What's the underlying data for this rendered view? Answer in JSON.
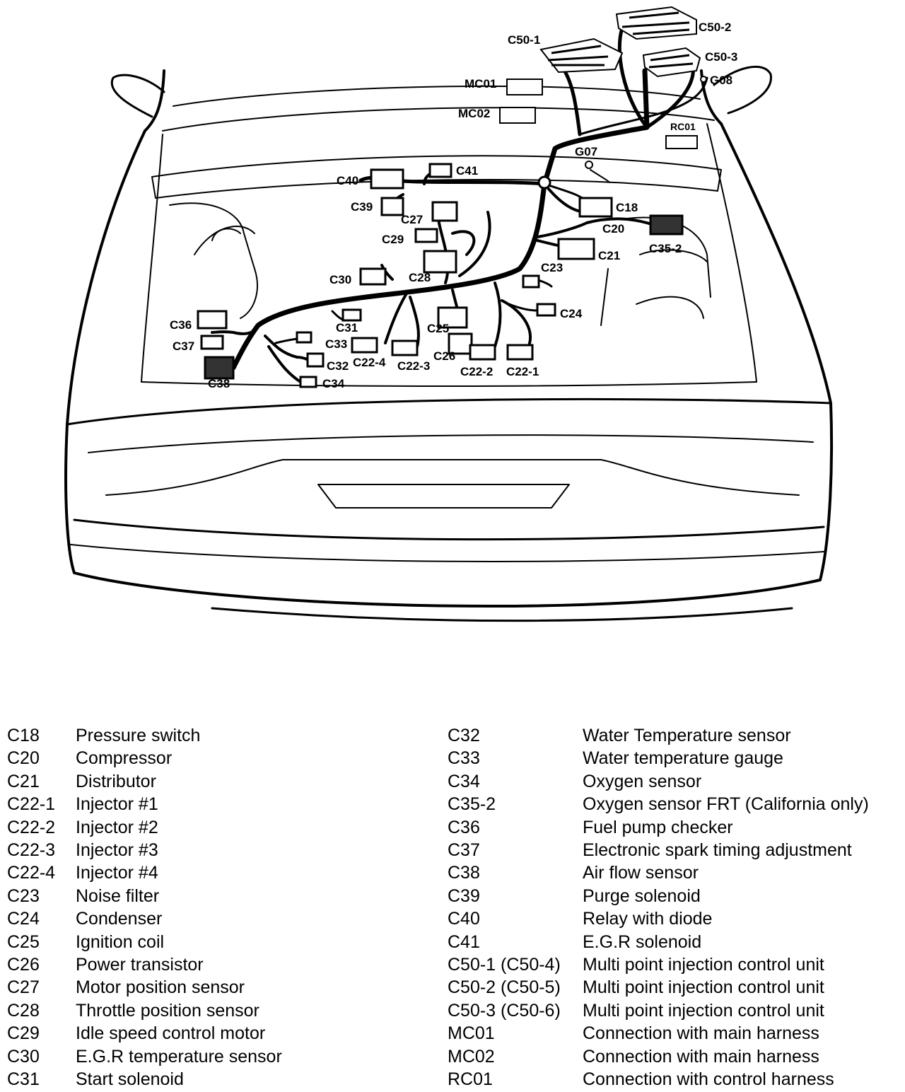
{
  "callouts": {
    "c50_1": "C50-1",
    "c50_2": "C50-2",
    "c50_3": "C50-3",
    "g08": "G08",
    "mc01": "MC01",
    "mc02": "MC02",
    "rc01": "RC01",
    "g07": "G07",
    "c40": "C40",
    "c41": "C41",
    "c39": "C39",
    "c27": "C27",
    "c18": "C18",
    "c20": "C20",
    "c35_2": "C35-2",
    "c29": "C29",
    "c21": "C21",
    "c28": "C28",
    "c23": "C23",
    "c30": "C30",
    "c24": "C24",
    "c36": "C36",
    "c31": "C31",
    "c25": "C25",
    "c37": "C37",
    "c33": "C33",
    "c26": "C26",
    "c32": "C32",
    "c22_4": "C22-4",
    "c22_3": "C22-3",
    "c22_2": "C22-2",
    "c22_1": "C22-1",
    "c38": "C38",
    "c34": "C34"
  },
  "legend_left": [
    {
      "code": "C18",
      "desc": "Pressure switch"
    },
    {
      "code": "C20",
      "desc": "Compressor"
    },
    {
      "code": "C21",
      "desc": "Distributor"
    },
    {
      "code": "C22-1",
      "desc": "Injector #1"
    },
    {
      "code": "C22-2",
      "desc": "Injector #2"
    },
    {
      "code": "C22-3",
      "desc": "Injector #3"
    },
    {
      "code": "C22-4",
      "desc": "Injector #4"
    },
    {
      "code": "C23",
      "desc": "Noise filter"
    },
    {
      "code": "C24",
      "desc": "Condenser"
    },
    {
      "code": "C25",
      "desc": "Ignition coil"
    },
    {
      "code": "C26",
      "desc": "Power transistor"
    },
    {
      "code": "C27",
      "desc": "Motor position sensor"
    },
    {
      "code": "C28",
      "desc": "Throttle position sensor"
    },
    {
      "code": "C29",
      "desc": "Idle speed control motor"
    },
    {
      "code": "C30",
      "desc": "E.G.R temperature sensor"
    },
    {
      "code": "C31",
      "desc": "Start solenoid"
    }
  ],
  "legend_right": [
    {
      "code": "C32",
      "desc": "Water Temperature sensor"
    },
    {
      "code": "C33",
      "desc": "Water temperature gauge"
    },
    {
      "code": "C34",
      "desc": "Oxygen sensor"
    },
    {
      "code": "C35-2",
      "desc": "Oxygen sensor FRT (California only)"
    },
    {
      "code": "C36",
      "desc": "Fuel pump checker"
    },
    {
      "code": "C37",
      "desc": "Electronic spark timing adjustment"
    },
    {
      "code": "C38",
      "desc": "Air flow sensor"
    },
    {
      "code": "C39",
      "desc": "Purge solenoid"
    },
    {
      "code": "C40",
      "desc": "Relay with diode"
    },
    {
      "code": "C41",
      "desc": "E.G.R solenoid"
    },
    {
      "code": "C50-1 (C50-4)",
      "desc": "Multi point injection control unit"
    },
    {
      "code": "C50-2 (C50-5)",
      "desc": "Multi point injection control unit"
    },
    {
      "code": "C50-3 (C50-6)",
      "desc": "Multi point injection control unit"
    },
    {
      "code": "MC01",
      "desc": "Connection with main harness"
    },
    {
      "code": "MC02",
      "desc": "Connection with main harness"
    },
    {
      "code": "RC01",
      "desc": "Connection with control harness"
    }
  ]
}
